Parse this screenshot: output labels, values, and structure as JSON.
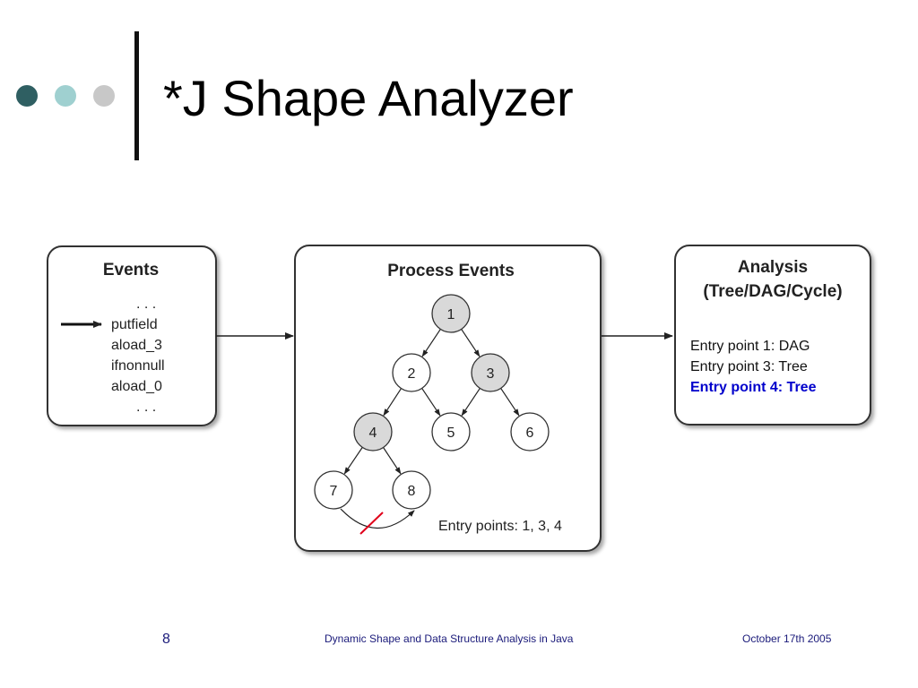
{
  "slide": {
    "title": "*J Shape Analyzer",
    "dot_colors": [
      "#2f5f62",
      "#9fd0d0",
      "#c8c8c8"
    ]
  },
  "events_box": {
    "title": "Events",
    "items": [
      "...",
      "putfield",
      "aload_3",
      "ifnonnull",
      "aload_0",
      "..."
    ]
  },
  "process_box": {
    "title": "Process Events",
    "nodes": [
      {
        "id": "1",
        "shaded": true
      },
      {
        "id": "2",
        "shaded": false
      },
      {
        "id": "3",
        "shaded": true
      },
      {
        "id": "4",
        "shaded": true
      },
      {
        "id": "5",
        "shaded": false
      },
      {
        "id": "6",
        "shaded": false
      },
      {
        "id": "7",
        "shaded": false
      },
      {
        "id": "8",
        "shaded": false
      }
    ],
    "edges": [
      [
        "1",
        "2"
      ],
      [
        "1",
        "3"
      ],
      [
        "2",
        "4"
      ],
      [
        "2",
        "5"
      ],
      [
        "3",
        "5"
      ],
      [
        "3",
        "6"
      ],
      [
        "4",
        "7"
      ],
      [
        "4",
        "8"
      ]
    ],
    "back_edge": [
      "7",
      "8"
    ],
    "entry_points": "Entry points: 1, 3, 4"
  },
  "analysis_box": {
    "title_line1": "Analysis",
    "title_line2": "(Tree/DAG/Cycle)",
    "lines": [
      {
        "text": "Entry point 1: DAG",
        "highlight": false
      },
      {
        "text": "Entry point 3: Tree",
        "highlight": false
      },
      {
        "text": "Entry point 4: Tree",
        "highlight": true
      }
    ],
    "highlight_color": "#0000cc"
  },
  "footer": {
    "page_number": "8",
    "presentation_title": "Dynamic Shape and Data Structure Analysis in Java",
    "date": "October 17th 2005"
  }
}
